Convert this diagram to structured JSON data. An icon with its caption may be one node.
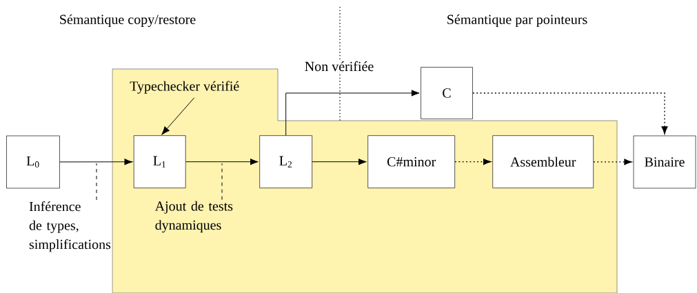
{
  "diagram": {
    "nodes": [
      {
        "text": [],
        "shape": "box"
      },
      {
        "text": [
          "L$_{0}$"
        ]
      },
      {
        "text": [
          "L$_{1}$"
        ],
        "in": 0
      },
      {
        "text": [
          "L$_{2}$"
        ],
        "in": 0
      },
      {
        "text": [
          "C#minor"
        ],
        "in": 0
      },
      {
        "text": [
          "Assembleur"
        ],
        "in": 0
      },
      {
        "text": [
          "Binaire"
        ]
      },
      {
        "text": [
          "C"
        ]
      },
      {
        "text": [
          "Typechecker vérifié"
        ],
        "in": 0
      },
      {
        "text": [
          "Inférence de types, simplifications"
        ]
      },
      {
        "text": [
          "Ajout de tests dynamiques"
        ],
        "in": 0
      }
    ],
    "edges": [
      {
        "from": 1,
        "to": 2,
        "arrow": "to"
      },
      {
        "from": 2,
        "to": 3,
        "arrow": "to"
      },
      {
        "from": 3,
        "to": 4,
        "arrow": "to"
      },
      {
        "from": 3,
        "to": 7,
        "arrow": "to",
        "label": "Non vérifiée"
      },
      {
        "from": 4,
        "to": 5,
        "arrow": "to",
        "style": "dashed"
      },
      {
        "from": 5,
        "to": 6,
        "arrow": "to",
        "style": "dashed"
      },
      {
        "from": 7,
        "to": 6,
        "arrow": "to",
        "style": "dashed"
      },
      {
        "from": 8,
        "to": 2,
        "arrow": "to"
      },
      {
        "from": 9,
        "to": null,
        "arrow": "none",
        "style": "dashed"
      },
      {
        "from": 10,
        "to": null,
        "arrow": "none",
        "style": "dashed"
      }
    ],
    "labels": [
      "Sémantique copy/restore",
      "Sémantique par pointeurs"
    ]
  }
}
